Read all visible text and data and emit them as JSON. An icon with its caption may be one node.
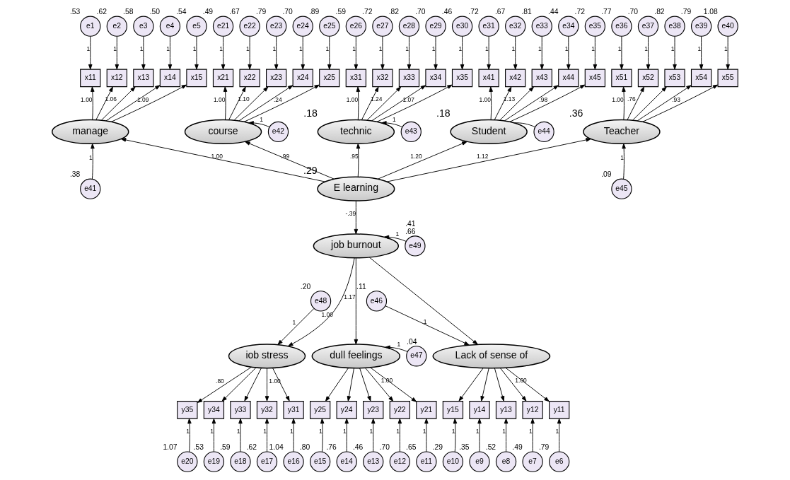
{
  "diagram": {
    "nodes": [
      {
        "text": [
          "e1"
        ],
        "beside": [
          ".53"
        ]
      },
      {
        "text": [
          "e2"
        ],
        "beside": [
          ".62"
        ]
      },
      {
        "text": [
          "e3"
        ],
        "beside": [
          ".58"
        ]
      },
      {
        "text": [
          "e4"
        ],
        "beside": [
          ".50"
        ]
      },
      {
        "text": [
          "e5"
        ],
        "beside": [
          ".54"
        ]
      },
      {
        "text": [
          "e21"
        ],
        "beside": [
          ".49"
        ]
      },
      {
        "text": [
          "e22"
        ],
        "beside": [
          ".67"
        ]
      },
      {
        "text": [
          "e23"
        ],
        "beside": [
          ".79"
        ]
      },
      {
        "text": [
          "e24"
        ],
        "beside": [
          ".70"
        ]
      },
      {
        "text": [
          "e25"
        ],
        "beside": [
          ".89"
        ]
      },
      {
        "text": [
          "e26"
        ],
        "beside": [
          ".59"
        ]
      },
      {
        "text": [
          "e27"
        ],
        "beside": [
          ".72"
        ]
      },
      {
        "text": [
          "e28"
        ],
        "beside": [
          ".82"
        ]
      },
      {
        "text": [
          "e29"
        ],
        "beside": [
          ".70"
        ]
      },
      {
        "text": [
          "e30"
        ],
        "beside": [
          ".46"
        ]
      },
      {
        "text": [
          "e31"
        ],
        "beside": [
          ".72"
        ]
      },
      {
        "text": [
          "e32"
        ],
        "beside": [
          ".67"
        ]
      },
      {
        "text": [
          "e33"
        ],
        "beside": [
          ".81"
        ]
      },
      {
        "text": [
          "e34"
        ],
        "beside": [
          ".44"
        ]
      },
      {
        "text": [
          "e35"
        ],
        "beside": [
          ".72"
        ]
      },
      {
        "text": [
          "e36"
        ],
        "beside": [
          ".77"
        ]
      },
      {
        "text": [
          "e37"
        ],
        "beside": [
          ".70"
        ]
      },
      {
        "text": [
          "e38"
        ],
        "beside": [
          ".82"
        ]
      },
      {
        "text": [
          "e39"
        ],
        "beside": [
          ".79"
        ]
      },
      {
        "text": [
          "e40"
        ],
        "beside": [
          "1.08"
        ]
      },
      {
        "text": [
          "x11"
        ]
      },
      {
        "text": [
          "x12"
        ]
      },
      {
        "text": [
          "x13"
        ]
      },
      {
        "text": [
          "x14"
        ]
      },
      {
        "text": [
          "x15"
        ]
      },
      {
        "text": [
          "x21"
        ]
      },
      {
        "text": [
          "x22"
        ]
      },
      {
        "text": [
          "x23"
        ]
      },
      {
        "text": [
          "x24"
        ]
      },
      {
        "text": [
          "x25"
        ]
      },
      {
        "text": [
          "x31"
        ]
      },
      {
        "text": [
          "x32"
        ]
      },
      {
        "text": [
          "x33"
        ]
      },
      {
        "text": [
          "x34"
        ]
      },
      {
        "text": [
          "x35"
        ]
      },
      {
        "text": [
          "x41"
        ]
      },
      {
        "text": [
          "x42"
        ]
      },
      {
        "text": [
          "x43"
        ]
      },
      {
        "text": [
          "x44"
        ]
      },
      {
        "text": [
          "x45"
        ]
      },
      {
        "text": [
          "x51"
        ]
      },
      {
        "text": [
          "x52"
        ]
      },
      {
        "text": [
          "x53"
        ]
      },
      {
        "text": [
          "x54"
        ]
      },
      {
        "text": [
          "x55"
        ]
      },
      {
        "text": [
          "manage"
        ]
      },
      {
        "text": [
          "course"
        ]
      },
      {
        "text": [
          "e42"
        ]
      },
      {
        "text": [
          "technic"
        ],
        "beside": [
          ".18"
        ]
      },
      {
        "text": [
          "e43"
        ]
      },
      {
        "text": [
          "Student"
        ],
        "beside": [
          ".18"
        ]
      },
      {
        "text": [
          "e44"
        ]
      },
      {
        "text": [
          "Teacher"
        ],
        "beside": [
          ".36"
        ]
      },
      {
        "text": [
          "e41"
        ],
        "beside": [
          ".38"
        ]
      },
      {
        "text": [
          "e45"
        ],
        "beside": [
          ".09"
        ]
      },
      {
        "text": [
          "E learning"
        ],
        "beside": [
          ".29"
        ]
      },
      {
        "text": [
          "job burnout"
        ]
      },
      {
        "text": [
          "e49"
        ],
        "beside": [
          ".41",
          ".66"
        ]
      },
      {
        "text": [
          "e48"
        ],
        "beside": [
          ".20"
        ]
      },
      {
        "text": [
          "e46"
        ],
        "beside": [
          ".11"
        ]
      },
      {
        "text": [
          "iob stress"
        ]
      },
      {
        "text": [
          "dull feelings"
        ]
      },
      {
        "text": [
          "e47"
        ],
        "beside": [
          ".04"
        ]
      },
      {
        "text": [
          "Lack of sense of"
        ]
      },
      {
        "text": [
          "y35"
        ]
      },
      {
        "text": [
          "y34"
        ]
      },
      {
        "text": [
          "y33"
        ]
      },
      {
        "text": [
          "y32"
        ]
      },
      {
        "text": [
          "y31"
        ]
      },
      {
        "text": [
          "y25"
        ]
      },
      {
        "text": [
          "y24"
        ]
      },
      {
        "text": [
          "y23"
        ]
      },
      {
        "text": [
          "y22"
        ]
      },
      {
        "text": [
          "y21"
        ]
      },
      {
        "text": [
          "y15"
        ]
      },
      {
        "text": [
          "y14"
        ]
      },
      {
        "text": [
          "y13"
        ]
      },
      {
        "text": [
          "y12"
        ]
      },
      {
        "text": [
          "y11"
        ]
      },
      {
        "text": [
          "e20"
        ],
        "beside": [
          "1.07"
        ]
      },
      {
        "text": [
          "e19"
        ],
        "beside": [
          ".53"
        ]
      },
      {
        "text": [
          "e18"
        ],
        "beside": [
          ".59"
        ]
      },
      {
        "text": [
          "e17"
        ],
        "beside": [
          ".62"
        ]
      },
      {
        "text": [
          "e16"
        ],
        "beside": [
          "1.04"
        ]
      },
      {
        "text": [
          "e15"
        ],
        "beside": [
          ".80"
        ]
      },
      {
        "text": [
          "e14"
        ],
        "beside": [
          ".76"
        ]
      },
      {
        "text": [
          "e13"
        ],
        "beside": [
          ".46"
        ]
      },
      {
        "text": [
          "e12"
        ],
        "beside": [
          ".70"
        ]
      },
      {
        "text": [
          "e11"
        ],
        "beside": [
          ".65"
        ]
      },
      {
        "text": [
          "e10"
        ],
        "beside": [
          ".29"
        ]
      },
      {
        "text": [
          "e9"
        ],
        "beside": [
          ".35"
        ]
      },
      {
        "text": [
          "e8"
        ],
        "beside": [
          ".52"
        ]
      },
      {
        "text": [
          "e7"
        ],
        "beside": [
          ".49"
        ]
      },
      {
        "text": [
          "e6"
        ],
        "beside": [
          ".79"
        ]
      }
    ],
    "edges": [
      {
        "from": 0,
        "to": 25,
        "arrow": "to",
        "label": "1"
      },
      {
        "from": 1,
        "to": 26,
        "arrow": "to",
        "label": "1"
      },
      {
        "from": 2,
        "to": 27,
        "arrow": "to",
        "label": "1"
      },
      {
        "from": 3,
        "to": 28,
        "arrow": "to",
        "label": "1"
      },
      {
        "from": 4,
        "to": 29,
        "arrow": "to",
        "label": "1"
      },
      {
        "from": 5,
        "to": 30,
        "arrow": "to",
        "label": "1"
      },
      {
        "from": 6,
        "to": 31,
        "arrow": "to",
        "label": "1"
      },
      {
        "from": 7,
        "to": 32,
        "arrow": "to",
        "label": "1"
      },
      {
        "from": 8,
        "to": 33,
        "arrow": "to",
        "label": "1"
      },
      {
        "from": 9,
        "to": 34,
        "arrow": "to",
        "label": "1"
      },
      {
        "from": 10,
        "to": 35,
        "arrow": "to",
        "label": "1"
      },
      {
        "from": 11,
        "to": 36,
        "arrow": "to",
        "label": "1"
      },
      {
        "from": 12,
        "to": 37,
        "arrow": "to",
        "label": "1"
      },
      {
        "from": 13,
        "to": 38,
        "arrow": "to",
        "label": "1"
      },
      {
        "from": 14,
        "to": 39,
        "arrow": "to",
        "label": "1"
      },
      {
        "from": 15,
        "to": 40,
        "arrow": "to",
        "label": "1"
      },
      {
        "from": 16,
        "to": 41,
        "arrow": "to",
        "label": "1"
      },
      {
        "from": 17,
        "to": 42,
        "arrow": "to",
        "label": "1"
      },
      {
        "from": 18,
        "to": 43,
        "arrow": "to",
        "label": "1"
      },
      {
        "from": 19,
        "to": 44,
        "arrow": "to",
        "label": "1"
      },
      {
        "from": 20,
        "to": 45,
        "arrow": "to",
        "label": "1"
      },
      {
        "from": 21,
        "to": 46,
        "arrow": "to",
        "label": "1"
      },
      {
        "from": 22,
        "to": 47,
        "arrow": "to",
        "label": "1"
      },
      {
        "from": 23,
        "to": 48,
        "arrow": "to",
        "label": "1"
      },
      {
        "from": 24,
        "to": 49,
        "arrow": "to",
        "label": "1"
      },
      {
        "from": 50,
        "to": 25,
        "arrow": "to",
        "label": "1.00"
      },
      {
        "from": 50,
        "to": 26,
        "arrow": "to",
        "label": "1.06"
      },
      {
        "from": 50,
        "to": 27,
        "arrow": "to"
      },
      {
        "from": 50,
        "to": 28,
        "arrow": "to"
      },
      {
        "from": 50,
        "to": 29,
        "arrow": "to",
        "label": "1.09"
      },
      {
        "from": 51,
        "to": 30,
        "arrow": "to",
        "label": "1.00"
      },
      {
        "from": 51,
        "to": 31,
        "arrow": "to",
        "label": "1.10"
      },
      {
        "from": 51,
        "to": 32,
        "arrow": "to"
      },
      {
        "from": 51,
        "to": 33,
        "arrow": "to"
      },
      {
        "from": 51,
        "to": 34,
        "arrow": "to",
        "label": ".24"
      },
      {
        "from": 53,
        "to": 35,
        "arrow": "to",
        "label": "1.00"
      },
      {
        "from": 53,
        "to": 36,
        "arrow": "to",
        "label": "1.24"
      },
      {
        "from": 53,
        "to": 37,
        "arrow": "to"
      },
      {
        "from": 53,
        "to": 38,
        "arrow": "to"
      },
      {
        "from": 53,
        "to": 39,
        "arrow": "to",
        "label": "1.07"
      },
      {
        "from": 55,
        "to": 40,
        "arrow": "to",
        "label": "1.00"
      },
      {
        "from": 55,
        "to": 41,
        "arrow": "to",
        "label": "1.13"
      },
      {
        "from": 55,
        "to": 42,
        "arrow": "to"
      },
      {
        "from": 55,
        "to": 43,
        "arrow": "to"
      },
      {
        "from": 55,
        "to": 44,
        "arrow": "to",
        "label": ".98"
      },
      {
        "from": 57,
        "to": 45,
        "arrow": "to",
        "label": "1.00"
      },
      {
        "from": 57,
        "to": 46,
        "arrow": "to",
        "label": ".76"
      },
      {
        "from": 57,
        "to": 47,
        "arrow": "to"
      },
      {
        "from": 57,
        "to": 48,
        "arrow": "to"
      },
      {
        "from": 57,
        "to": 49,
        "arrow": "to",
        "label": ".93"
      },
      {
        "from": 52,
        "to": 51,
        "arrow": "to",
        "label": "1"
      },
      {
        "from": 54,
        "to": 53,
        "arrow": "to",
        "label": "1"
      },
      {
        "from": 56,
        "to": 55,
        "arrow": "none"
      },
      {
        "from": 58,
        "to": 50,
        "arrow": "to",
        "label": "1"
      },
      {
        "from": 59,
        "to": 57,
        "arrow": "to",
        "label": "1"
      },
      {
        "from": 60,
        "to": 50,
        "arrow": "to",
        "label": "1.00"
      },
      {
        "from": 60,
        "to": 51,
        "arrow": "to",
        "label": ".99"
      },
      {
        "from": 60,
        "to": 53,
        "arrow": "to",
        "label": ".95"
      },
      {
        "from": 60,
        "to": 55,
        "arrow": "to",
        "label": "1.20"
      },
      {
        "from": 60,
        "to": 57,
        "arrow": "to",
        "label": "1.12"
      },
      {
        "from": 60,
        "to": 61,
        "arrow": "to",
        "label": "-.39"
      },
      {
        "from": 62,
        "to": 61,
        "arrow": "to",
        "label": "1"
      },
      {
        "from": 61,
        "to": 65,
        "arrow": "to",
        "label": "1.00"
      },
      {
        "from": 61,
        "to": 66,
        "arrow": "to",
        "label": "1.17"
      },
      {
        "from": 61,
        "to": 68,
        "arrow": "to"
      },
      {
        "from": 63,
        "to": 65,
        "arrow": "to",
        "label": "1"
      },
      {
        "from": 67,
        "to": 66,
        "arrow": "to",
        "label": "1"
      },
      {
        "from": 64,
        "to": 68,
        "arrow": "to",
        "label": "1"
      },
      {
        "from": 65,
        "to": 69,
        "arrow": "to",
        "label": ".80"
      },
      {
        "from": 65,
        "to": 70,
        "arrow": "to"
      },
      {
        "from": 65,
        "to": 71,
        "arrow": "to"
      },
      {
        "from": 65,
        "to": 72,
        "arrow": "to"
      },
      {
        "from": 65,
        "to": 73,
        "arrow": "to",
        "label": "1.00"
      },
      {
        "from": 66,
        "to": 74,
        "arrow": "to"
      },
      {
        "from": 66,
        "to": 75,
        "arrow": "to"
      },
      {
        "from": 66,
        "to": 76,
        "arrow": "to"
      },
      {
        "from": 66,
        "to": 77,
        "arrow": "to"
      },
      {
        "from": 66,
        "to": 78,
        "arrow": "to",
        "label": "1.00"
      },
      {
        "from": 68,
        "to": 79,
        "arrow": "to"
      },
      {
        "from": 68,
        "to": 80,
        "arrow": "to"
      },
      {
        "from": 68,
        "to": 81,
        "arrow": "to"
      },
      {
        "from": 68,
        "to": 82,
        "arrow": "to"
      },
      {
        "from": 68,
        "to": 83,
        "arrow": "to",
        "label": "1.00"
      },
      {
        "from": 84,
        "to": 69,
        "arrow": "to",
        "label": "1"
      },
      {
        "from": 85,
        "to": 70,
        "arrow": "to",
        "label": "1"
      },
      {
        "from": 86,
        "to": 71,
        "arrow": "to",
        "label": "1"
      },
      {
        "from": 87,
        "to": 72,
        "arrow": "to",
        "label": "1"
      },
      {
        "from": 88,
        "to": 73,
        "arrow": "to",
        "label": "1"
      },
      {
        "from": 89,
        "to": 74,
        "arrow": "to",
        "label": "1"
      },
      {
        "from": 90,
        "to": 75,
        "arrow": "to",
        "label": "1"
      },
      {
        "from": 91,
        "to": 76,
        "arrow": "to",
        "label": "1"
      },
      {
        "from": 92,
        "to": 77,
        "arrow": "to",
        "label": "1"
      },
      {
        "from": 93,
        "to": 78,
        "arrow": "to",
        "label": "1"
      },
      {
        "from": 94,
        "to": 79,
        "arrow": "to",
        "label": "1"
      },
      {
        "from": 95,
        "to": 80,
        "arrow": "to",
        "label": "1"
      },
      {
        "from": 96,
        "to": 81,
        "arrow": "to",
        "label": "1"
      },
      {
        "from": 97,
        "to": 82,
        "arrow": "to",
        "label": "1"
      },
      {
        "from": 98,
        "to": 83,
        "arrow": "to",
        "label": "1"
      }
    ]
  }
}
